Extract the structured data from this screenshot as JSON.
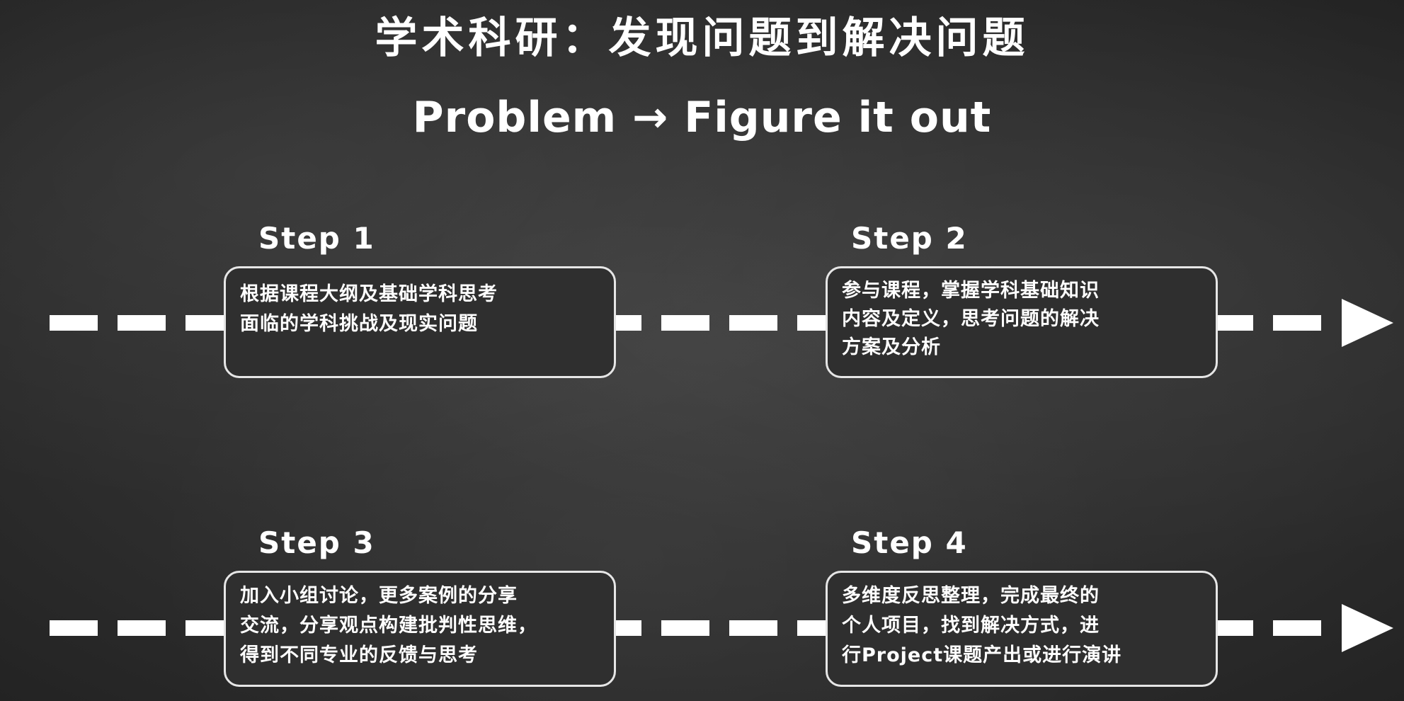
{
  "title": "学术科研：发现问题到解决问题",
  "subtitle": "Problem → Figure it out",
  "colors": {
    "background": "#2e2e2e",
    "foreground": "#ffffff",
    "box_border": "#e6e6e6"
  },
  "steps": [
    {
      "label": "Step 1",
      "lines": [
        "根据课程大纲及基础学科思考",
        "面临的学科挑战及现实问题"
      ]
    },
    {
      "label": "Step 2",
      "lines": [
        "参与课程，掌握学科基础知识",
        "内容及定义，思考问题的解决",
        "方案及分析"
      ]
    },
    {
      "label": "Step 3",
      "lines": [
        "加入小组讨论，更多案例的分享",
        "交流，分享观点构建批判性思维，",
        "得到不同专业的反馈与思考"
      ]
    },
    {
      "label": "Step 4",
      "lines": [
        "多维度反思整理，完成最终的",
        "个人项目，找到解决方式，进",
        "行Project课题产出或进行演讲"
      ]
    }
  ]
}
